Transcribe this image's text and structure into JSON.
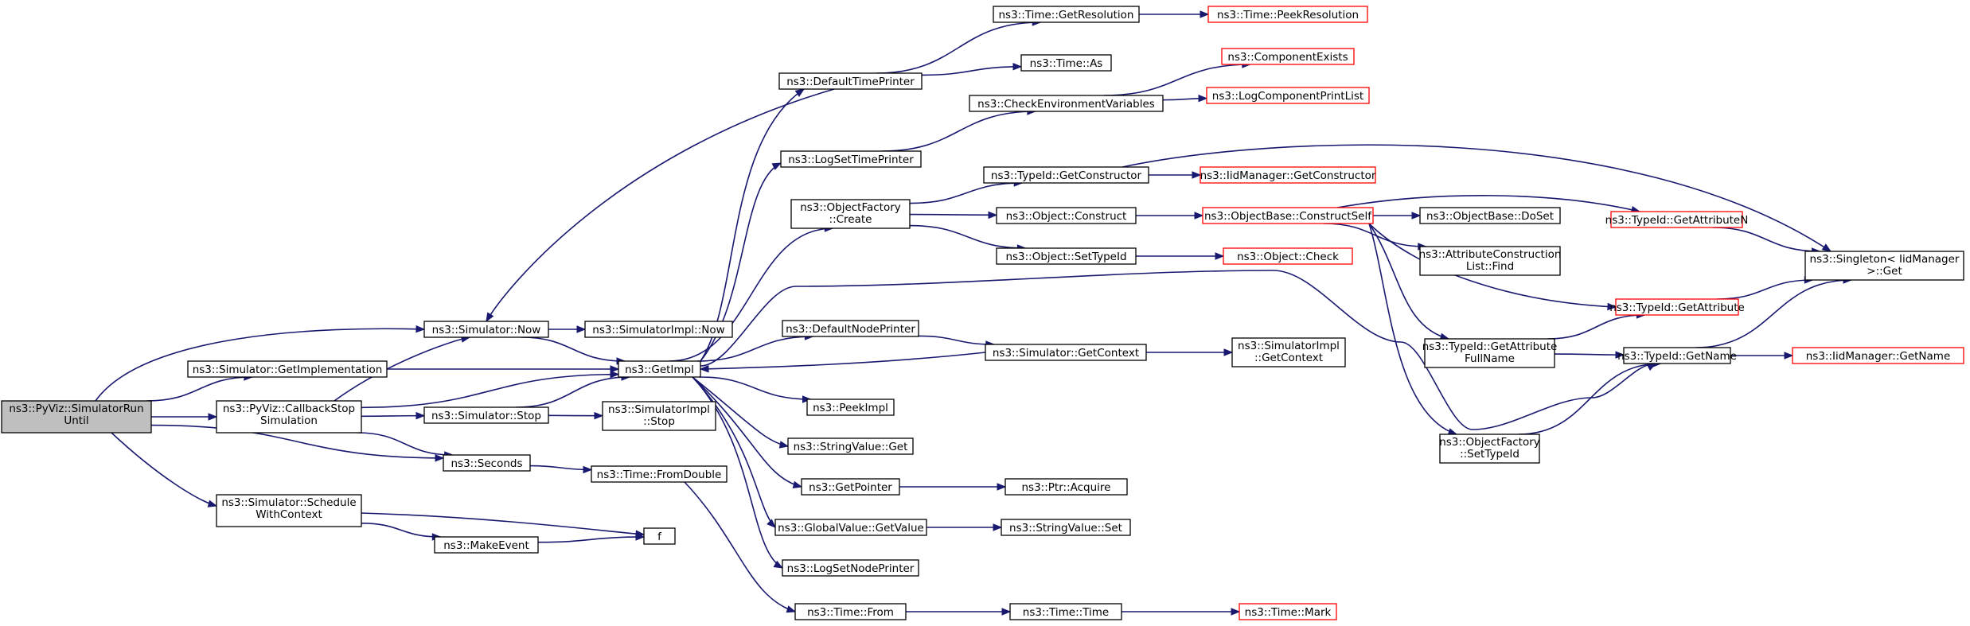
{
  "colors": {
    "edge": "#191970",
    "node_border": "#000000",
    "node_border_incomplete": "#ff0000",
    "root_fill": "#bfbfbf",
    "node_fill": "#ffffff"
  },
  "graph": {
    "nodes": [
      {
        "id": "root",
        "lines": [
          "ns3::PyViz::SimulatorRun",
          "Until"
        ],
        "style": "root"
      },
      {
        "id": "sim_getimpl",
        "lines": [
          "ns3::Simulator::GetImplementation"
        ],
        "style": "normal"
      },
      {
        "id": "cbstop",
        "lines": [
          "ns3::PyViz::CallbackStop",
          "Simulation"
        ],
        "style": "normal"
      },
      {
        "id": "schedctx",
        "lines": [
          "ns3::Simulator::Schedule",
          "WithContext"
        ],
        "style": "normal"
      },
      {
        "id": "sim_now",
        "lines": [
          "ns3::Simulator::Now"
        ],
        "style": "normal"
      },
      {
        "id": "sim_stop",
        "lines": [
          "ns3::Simulator::Stop"
        ],
        "style": "normal"
      },
      {
        "id": "seconds",
        "lines": [
          "ns3::Seconds"
        ],
        "style": "normal"
      },
      {
        "id": "makeevent",
        "lines": [
          "ns3::MakeEvent"
        ],
        "style": "normal"
      },
      {
        "id": "f",
        "lines": [
          "f"
        ],
        "style": "normal"
      },
      {
        "id": "simimpl_now",
        "lines": [
          "ns3::SimulatorImpl::Now"
        ],
        "style": "normal"
      },
      {
        "id": "getimpl",
        "lines": [
          "ns3::GetImpl"
        ],
        "style": "normal"
      },
      {
        "id": "simimpl_stop",
        "lines": [
          "ns3::SimulatorImpl",
          "::Stop"
        ],
        "style": "normal"
      },
      {
        "id": "time_fromdouble",
        "lines": [
          "ns3::Time::FromDouble"
        ],
        "style": "normal"
      },
      {
        "id": "deftimeprinter",
        "lines": [
          "ns3::DefaultTimePrinter"
        ],
        "style": "normal"
      },
      {
        "id": "logsettimeprinter",
        "lines": [
          "ns3::LogSetTimePrinter"
        ],
        "style": "normal"
      },
      {
        "id": "objfactory_create",
        "lines": [
          "ns3::ObjectFactory",
          "::Create"
        ],
        "style": "normal"
      },
      {
        "id": "defnodeprinter",
        "lines": [
          "ns3::DefaultNodePrinter"
        ],
        "style": "normal"
      },
      {
        "id": "peekimpl",
        "lines": [
          "ns3::PeekImpl"
        ],
        "style": "normal"
      },
      {
        "id": "stringvalue_get",
        "lines": [
          "ns3::StringValue::Get"
        ],
        "style": "normal"
      },
      {
        "id": "getpointer",
        "lines": [
          "ns3::GetPointer"
        ],
        "style": "normal"
      },
      {
        "id": "globalvalue_getvalue",
        "lines": [
          "ns3::GlobalValue::GetValue"
        ],
        "style": "normal"
      },
      {
        "id": "logsetnodeprinter",
        "lines": [
          "ns3::LogSetNodePrinter"
        ],
        "style": "normal"
      },
      {
        "id": "time_from",
        "lines": [
          "ns3::Time::From"
        ],
        "style": "normal"
      },
      {
        "id": "time_getresolution",
        "lines": [
          "ns3::Time::GetResolution"
        ],
        "style": "normal"
      },
      {
        "id": "time_as",
        "lines": [
          "ns3::Time::As"
        ],
        "style": "normal"
      },
      {
        "id": "checkenvvars",
        "lines": [
          "ns3::CheckEnvironmentVariables"
        ],
        "style": "normal"
      },
      {
        "id": "typeid_getconstructor",
        "lines": [
          "ns3::TypeId::GetConstructor"
        ],
        "style": "normal"
      },
      {
        "id": "object_construct",
        "lines": [
          "ns3::Object::Construct"
        ],
        "style": "normal"
      },
      {
        "id": "object_settypeid",
        "lines": [
          "ns3::Object::SetTypeId"
        ],
        "style": "normal"
      },
      {
        "id": "sim_getcontext",
        "lines": [
          "ns3::Simulator::GetContext"
        ],
        "style": "normal"
      },
      {
        "id": "ptr_acquire",
        "lines": [
          "ns3::Ptr::Acquire"
        ],
        "style": "normal"
      },
      {
        "id": "stringvalue_set",
        "lines": [
          "ns3::StringValue::Set"
        ],
        "style": "normal"
      },
      {
        "id": "time_time",
        "lines": [
          "ns3::Time::Time"
        ],
        "style": "normal"
      },
      {
        "id": "time_peekresolution",
        "lines": [
          "ns3::Time::PeekResolution"
        ],
        "style": "incomplete"
      },
      {
        "id": "componentexists",
        "lines": [
          "ns3::ComponentExists"
        ],
        "style": "incomplete"
      },
      {
        "id": "logcompprintlist",
        "lines": [
          "ns3::LogComponentPrintList"
        ],
        "style": "incomplete"
      },
      {
        "id": "iidmanager_getconstructor",
        "lines": [
          "ns3::IidManager::GetConstructor"
        ],
        "style": "incomplete"
      },
      {
        "id": "objectbase_constructself",
        "lines": [
          "ns3::ObjectBase::ConstructSelf"
        ],
        "style": "incomplete"
      },
      {
        "id": "object_check",
        "lines": [
          "ns3::Object::Check"
        ],
        "style": "incomplete"
      },
      {
        "id": "simimpl_getcontext",
        "lines": [
          "ns3::SimulatorImpl",
          "::GetContext"
        ],
        "style": "normal"
      },
      {
        "id": "time_mark",
        "lines": [
          "ns3::Time::Mark"
        ],
        "style": "incomplete"
      },
      {
        "id": "objectbase_doset",
        "lines": [
          "ns3::ObjectBase::DoSet"
        ],
        "style": "normal"
      },
      {
        "id": "attrconstruction_find",
        "lines": [
          "ns3::AttributeConstruction",
          "List::Find"
        ],
        "style": "normal"
      },
      {
        "id": "typeid_getattributefullname",
        "lines": [
          "ns3::TypeId::GetAttribute",
          "FullName"
        ],
        "style": "normal"
      },
      {
        "id": "objfactory_settypeid",
        "lines": [
          "ns3::ObjectFactory",
          "::SetTypeId"
        ],
        "style": "normal"
      },
      {
        "id": "typeid_getattributen",
        "lines": [
          "ns3::TypeId::GetAttributeN"
        ],
        "style": "incomplete"
      },
      {
        "id": "typeid_getattribute",
        "lines": [
          "ns3::TypeId::GetAttribute"
        ],
        "style": "incomplete"
      },
      {
        "id": "typeid_getname",
        "lines": [
          "ns3::TypeId::GetName"
        ],
        "style": "normal"
      },
      {
        "id": "singleton_get",
        "lines": [
          "ns3::Singleton< IidManager",
          ">::Get"
        ],
        "style": "normal"
      },
      {
        "id": "iidmanager_getname",
        "lines": [
          "ns3::IidManager::GetName"
        ],
        "style": "incomplete"
      }
    ],
    "edges": [
      [
        "root",
        "sim_now"
      ],
      [
        "root",
        "sim_getimpl"
      ],
      [
        "root",
        "cbstop"
      ],
      [
        "root",
        "seconds"
      ],
      [
        "root",
        "schedctx"
      ],
      [
        "sim_getimpl",
        "getimpl"
      ],
      [
        "cbstop",
        "sim_now"
      ],
      [
        "cbstop",
        "getimpl"
      ],
      [
        "cbstop",
        "sim_stop"
      ],
      [
        "cbstop",
        "seconds"
      ],
      [
        "schedctx",
        "f"
      ],
      [
        "schedctx",
        "makeevent"
      ],
      [
        "sim_now",
        "simimpl_now"
      ],
      [
        "sim_now",
        "getimpl"
      ],
      [
        "sim_stop",
        "getimpl"
      ],
      [
        "sim_stop",
        "simimpl_stop"
      ],
      [
        "seconds",
        "time_fromdouble"
      ],
      [
        "makeevent",
        "f"
      ],
      [
        "getimpl",
        "deftimeprinter"
      ],
      [
        "getimpl",
        "logsettimeprinter"
      ],
      [
        "getimpl",
        "objfactory_create"
      ],
      [
        "getimpl",
        "typeid_getname"
      ],
      [
        "getimpl",
        "defnodeprinter"
      ],
      [
        "getimpl",
        "peekimpl"
      ],
      [
        "getimpl",
        "stringvalue_get"
      ],
      [
        "getimpl",
        "getpointer"
      ],
      [
        "getimpl",
        "globalvalue_getvalue"
      ],
      [
        "getimpl",
        "logsetnodeprinter"
      ],
      [
        "time_fromdouble",
        "time_from"
      ],
      [
        "deftimeprinter",
        "sim_now"
      ],
      [
        "deftimeprinter",
        "time_getresolution"
      ],
      [
        "deftimeprinter",
        "time_as"
      ],
      [
        "logsettimeprinter",
        "checkenvvars"
      ],
      [
        "objfactory_create",
        "typeid_getconstructor"
      ],
      [
        "objfactory_create",
        "object_construct"
      ],
      [
        "objfactory_create",
        "object_settypeid"
      ],
      [
        "defnodeprinter",
        "sim_getcontext"
      ],
      [
        "sim_getcontext",
        "getimpl"
      ],
      [
        "sim_getcontext",
        "simimpl_getcontext"
      ],
      [
        "getpointer",
        "ptr_acquire"
      ],
      [
        "globalvalue_getvalue",
        "stringvalue_set"
      ],
      [
        "time_from",
        "time_time"
      ],
      [
        "time_time",
        "time_mark"
      ],
      [
        "time_getresolution",
        "time_peekresolution"
      ],
      [
        "checkenvvars",
        "componentexists"
      ],
      [
        "checkenvvars",
        "logcompprintlist"
      ],
      [
        "typeid_getconstructor",
        "iidmanager_getconstructor"
      ],
      [
        "typeid_getconstructor",
        "singleton_get"
      ],
      [
        "object_construct",
        "objectbase_constructself"
      ],
      [
        "object_settypeid",
        "object_check"
      ],
      [
        "objectbase_constructself",
        "typeid_getattributen"
      ],
      [
        "objectbase_constructself",
        "objectbase_doset"
      ],
      [
        "objectbase_constructself",
        "attrconstruction_find"
      ],
      [
        "objectbase_constructself",
        "typeid_getattribute"
      ],
      [
        "objectbase_constructself",
        "typeid_getattributefullname"
      ],
      [
        "objectbase_constructself",
        "objfactory_settypeid"
      ],
      [
        "typeid_getattributen",
        "singleton_get"
      ],
      [
        "typeid_getattribute",
        "singleton_get"
      ],
      [
        "typeid_getattributefullname",
        "typeid_getattribute"
      ],
      [
        "typeid_getattributefullname",
        "typeid_getname"
      ],
      [
        "objfactory_settypeid",
        "typeid_getname"
      ],
      [
        "typeid_getname",
        "singleton_get"
      ],
      [
        "typeid_getname",
        "iidmanager_getname"
      ]
    ]
  }
}
